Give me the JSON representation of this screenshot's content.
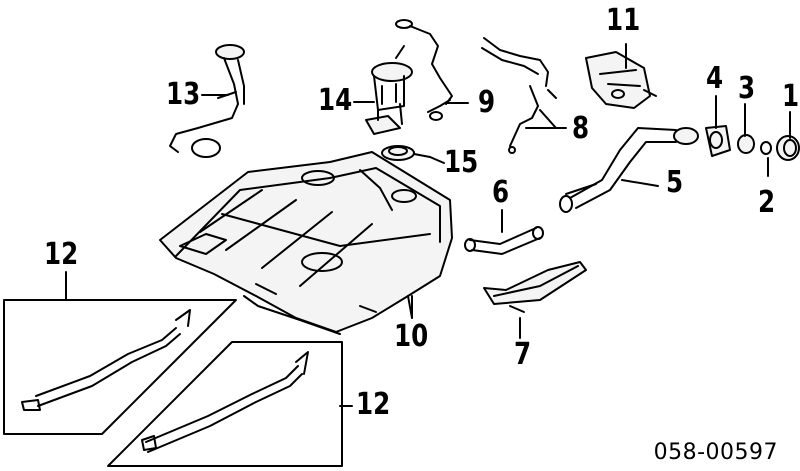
{
  "callouts": {
    "c1": "1",
    "c2": "2",
    "c3": "3",
    "c4": "4",
    "c5": "5",
    "c6": "6",
    "c7": "7",
    "c8": "8",
    "c9": "9",
    "c10": "10",
    "c11": "11",
    "c12a": "12",
    "c12b": "12",
    "c13": "13",
    "c14": "14",
    "c15": "15"
  },
  "part_code": "058-00597"
}
